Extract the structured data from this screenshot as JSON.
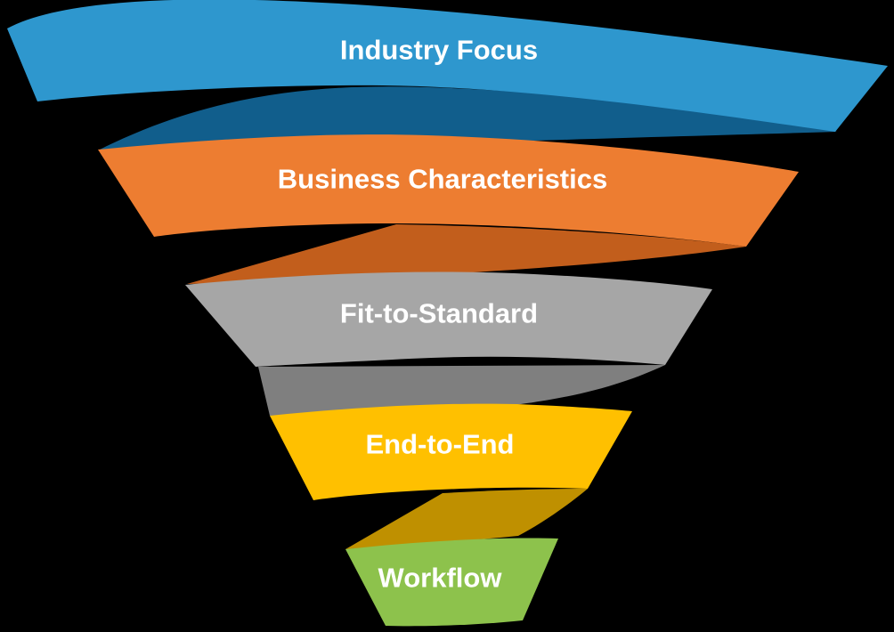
{
  "page": {
    "background_color": "#000000",
    "diagram_type": "funnel"
  },
  "funnel": {
    "layers": [
      {
        "rank": 1,
        "label": "Industry Focus",
        "color": "#2E97CE",
        "fold_color": "#115E8C",
        "text_color": "#FFFFFF"
      },
      {
        "rank": 2,
        "label": "Business Characteristics",
        "color": "#ED7D31",
        "fold_color": "#C25E1C",
        "text_color": "#FFFFFF"
      },
      {
        "rank": 3,
        "label": "Fit-to-Standard",
        "color": "#A6A6A6",
        "fold_color": "#7F7F7F",
        "text_color": "#FFFFFF"
      },
      {
        "rank": 4,
        "label": "End-to-End",
        "color": "#FFC000",
        "fold_color": "#BF9000",
        "text_color": "#FFFFFF"
      },
      {
        "rank": 5,
        "label": "Workflow",
        "color": "#8DC24C",
        "fold_color": null,
        "text_color": "#FFFFFF"
      }
    ]
  }
}
